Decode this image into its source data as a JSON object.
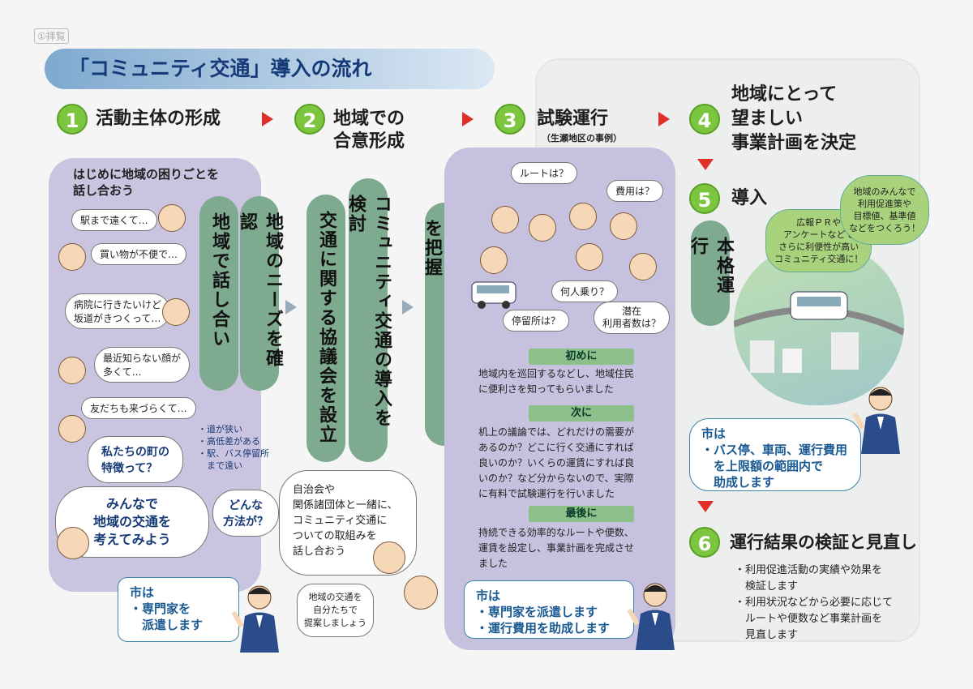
{
  "header": {
    "tag": "①拝覧",
    "title": "「コミュニティ交通」導入の流れ"
  },
  "steps": [
    {
      "num": "1",
      "title": "活動主体の形成"
    },
    {
      "num": "2",
      "title": "地域での\n合意形成"
    },
    {
      "num": "3",
      "title": "試験運行",
      "sub": "（生瀬地区の事例）"
    },
    {
      "num": "4",
      "title": "地域にとって\n望ましい\n事業計画を決定"
    },
    {
      "num": "5",
      "title": "導入"
    },
    {
      "num": "6",
      "title": "運行結果の検証と見直し"
    }
  ],
  "step1": {
    "intro": "はじめに地域の困りごとを\n話し合おう",
    "bubbles": [
      "駅まで遠くて…",
      "買い物が不便で…",
      "病院に行きたいけど\n坂道がきつくって…",
      "最近知らない顔が\n多くて…",
      "友だちも来づらくて…",
      "私たちの町の\n特徴って？",
      "どんな\n方法が？"
    ],
    "features": [
      "・道が狭い",
      "・高低差がある",
      "・駅、バス停留所\n　まで遠い"
    ],
    "big_bubble": "みんなで\n地域の交通を\n考えてみよう",
    "vbar1": "地域で話し合い",
    "vbar2": "地域のニーズを確認",
    "city_label": "市は",
    "city_text": "・専門家を\n　派遣します"
  },
  "step2": {
    "vbar1": "交通に関する協議会を設立",
    "vbar2": "コミュニティ交通の導入を検討",
    "note": "自治会や\n関係諸団体と一緒に、\nコミュニティ交通に\nついての取組みを\n話し合おう",
    "bubble": "地域の交通を\n自分たちで\n提案しましょう"
  },
  "step3": {
    "vbar": "実際に運行してニーズを把握",
    "bubbles": [
      "ルートは？",
      "費用は？",
      "何人乗り？",
      "停留所は？",
      "潜在\n利用者数は？"
    ],
    "phases": [
      {
        "label": "初めに",
        "text": "地域内を巡回するなどし、地域住民\nに便利さを知ってもらいました"
      },
      {
        "label": "次に",
        "text": "机上の議論では、どれだけの需要が\nあるのか？どこに行く交通にすれば\n良いのか？いくらの運賃にすれば良\nいのか？など分からないので、実際\nに有料で試験運行を行いました"
      },
      {
        "label": "最後に",
        "text": "持続できる効率的なルートや便数、\n運賃を設定し、事業計画を完成させ\nました"
      }
    ],
    "city_label": "市は",
    "city_text": "・専門家を派遣します\n・運行費用を助成します"
  },
  "step5": {
    "vbar": "本格運行",
    "bubble1": "広報ＰＲや\nアンケートなどで\nさらに利便性が高い\nコミュニティ交通に！",
    "bubble2": "地域のみんなで\n利用促進策や\n目標値、基準値\nなどをつくろう！",
    "city_label": "市は",
    "city_text": "・バス停、車両、運行費用\n　を上限額の範囲内で\n　助成します"
  },
  "step6": {
    "text": "・利用促進活動の実績や効果を\n　検証します\n・利用状況などから必要に応じて\n　ルートや便数など事業計画を\n　見直します"
  },
  "colors": {
    "panel": "#cbc4e0",
    "vbar": "#7eaa90",
    "accent": "#e0302a",
    "num": "#7cc53e",
    "city": "#1a5a92"
  }
}
